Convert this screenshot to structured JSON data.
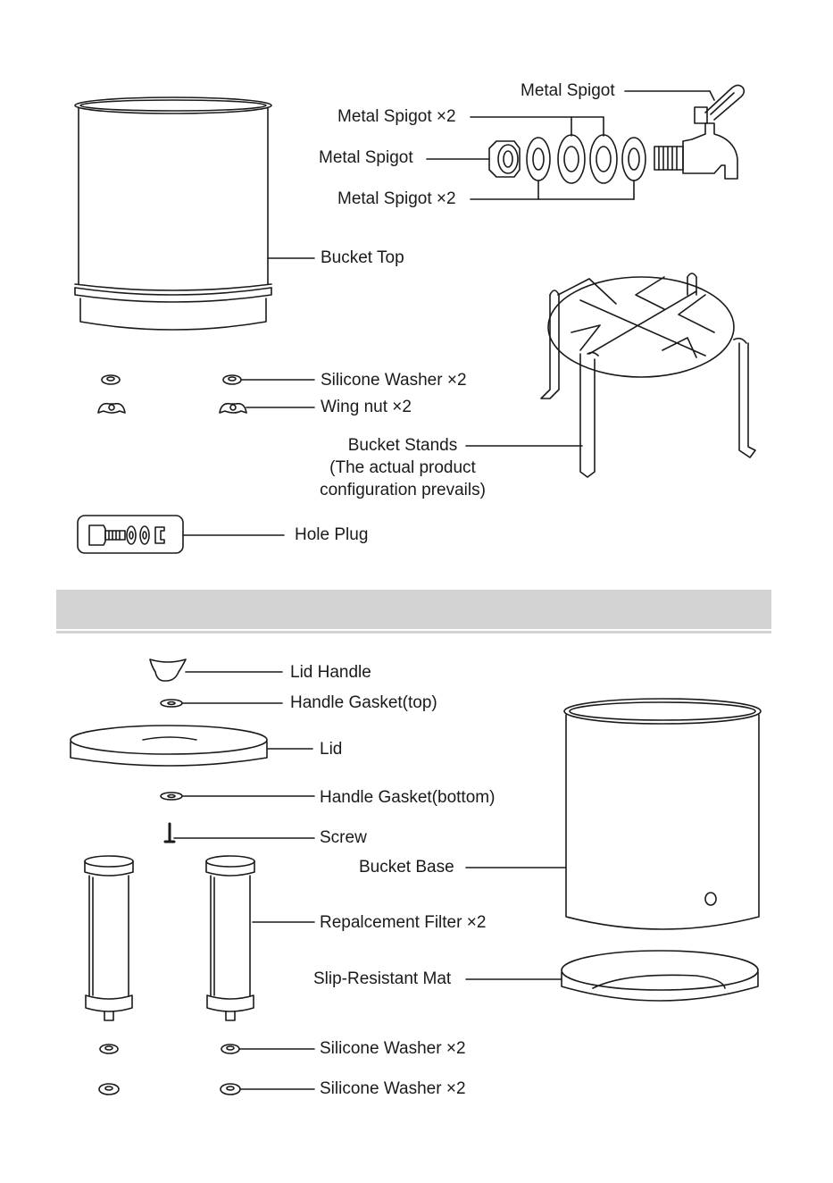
{
  "top_section": {
    "labels": {
      "metal_spigot_top": "Metal Spigot",
      "metal_spigot_x2_upper": "Metal Spigot ×2",
      "metal_spigot_mid": "Metal Spigot",
      "metal_spigot_x2_lower": "Metal Spigot ×2",
      "bucket_top": "Bucket Top",
      "silicone_washer_x2": "Silicone Washer ×2",
      "wing_nut_x2": "Wing nut ×2",
      "bucket_stands_line1": "Bucket Stands",
      "bucket_stands_line2": "(The actual product",
      "bucket_stands_line3": "configuration prevails)",
      "hole_plug": "Hole Plug"
    }
  },
  "bottom_section": {
    "labels": {
      "lid_handle": "Lid Handle",
      "handle_gasket_top": "Handle Gasket(top)",
      "lid": "Lid",
      "handle_gasket_bottom": "Handle Gasket(bottom)",
      "screw": "Screw",
      "bucket_base": "Bucket Base",
      "replacement_filter_x2": "Repalcement Filter ×2",
      "slip_resistant_mat": "Slip-Resistant Mat",
      "silicone_washer_x2_a": "Silicone Washer ×2",
      "silicone_washer_x2_b": "Silicone Washer ×2"
    }
  },
  "colors": {
    "line": "#1a1a1a",
    "band": "#d3d3d3",
    "background": "#ffffff"
  }
}
